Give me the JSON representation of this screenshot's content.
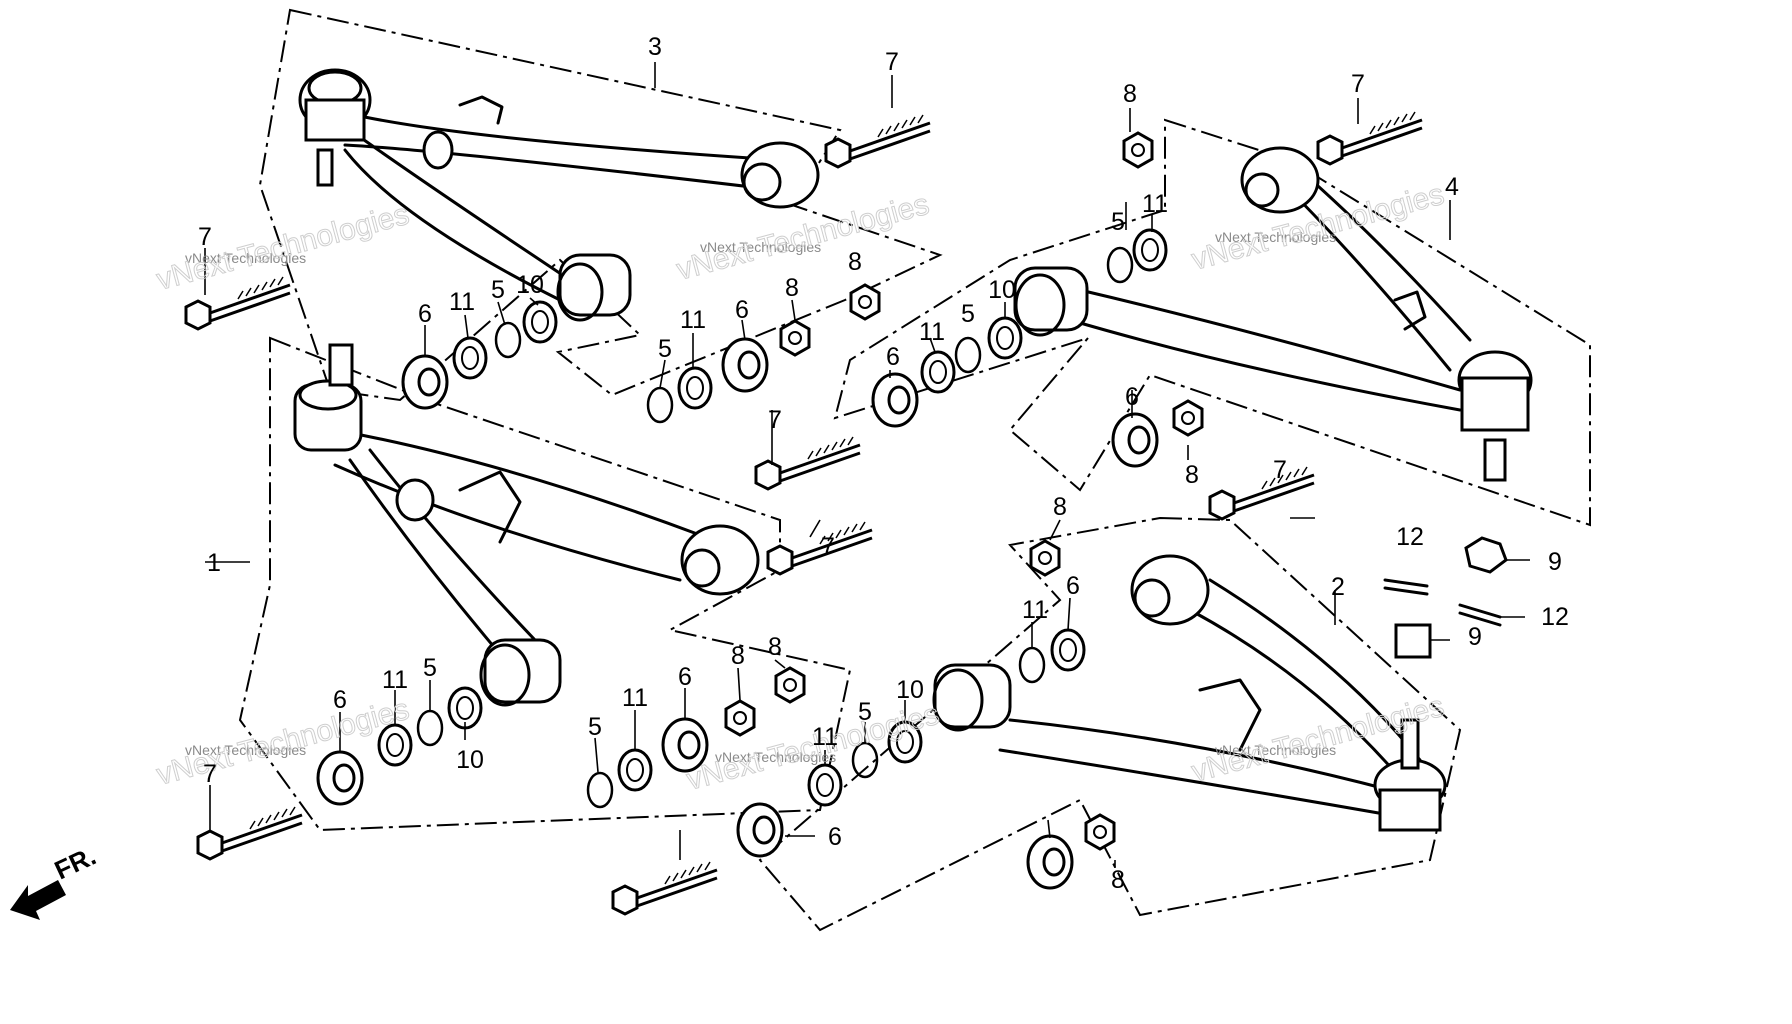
{
  "diagram": {
    "front_marker": "FR.",
    "watermark": {
      "line1": "vNext Technologies",
      "line2": "vNext Technologies"
    },
    "callouts": {
      "c3": "3",
      "c7a": "7",
      "c8a": "8",
      "c7b": "7",
      "c4": "4",
      "c7c": "7",
      "c6a": "6",
      "c11a": "11",
      "c5a": "5",
      "c10a": "10",
      "c5b": "5",
      "c11b": "11",
      "c6b": "6",
      "c8b": "8",
      "c8c": "8",
      "c5c": "5",
      "c11c": "11",
      "c6c": "6",
      "c11d": "11",
      "c5d": "5",
      "c10b": "10",
      "c6d": "6",
      "c8d": "8",
      "c7d": "7",
      "c7e": "7",
      "c1": "1",
      "c7f": "7",
      "c8e": "8",
      "c12a": "12",
      "c9a": "9",
      "c2": "2",
      "c12b": "12",
      "c9b": "9",
      "c6e": "6",
      "c11e": "11",
      "c5e": "5",
      "c10c": "10",
      "c5f": "5",
      "c11f": "11",
      "c6f": "6",
      "c8f": "8",
      "c8g": "8",
      "c5g": "5",
      "c11g": "11",
      "c10d": "10",
      "c7g": "7",
      "c11h": "11",
      "c6g": "6",
      "c6h": "6",
      "c8h": "8"
    }
  }
}
